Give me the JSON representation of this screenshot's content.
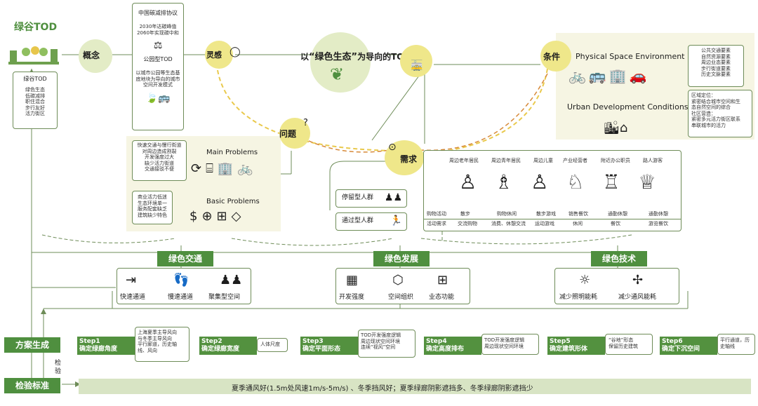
{
  "title": "绿谷TOD",
  "left_panel": {
    "heading": "绿谷TOD",
    "items": [
      "绿色生态",
      "低碳减排",
      "职住混合",
      "步行友好",
      "活力街区"
    ]
  },
  "concept": {
    "label": "概念",
    "agreement_title": "中国碳减排协议",
    "agreement_lines": [
      "2030年达碳峰值",
      "2060年实现碳中和"
    ],
    "park_tod_title": "公园型TOD",
    "park_tod_lines": [
      "以城市公园等生态基",
      "底地块为导向的城市",
      "空间开发模式"
    ]
  },
  "inspiration": {
    "label": "灵感"
  },
  "center": {
    "title_pre": "以",
    "title_quote": "“绿色生态”",
    "title_post": "为导向的TOD设计"
  },
  "conditions": {
    "label": "条件",
    "physical": "Physical Space Environment",
    "physical_list": [
      "公共交通要素",
      "自然资源要素",
      "周边业态要素",
      "步行街道要素",
      "历史文脉要素"
    ],
    "urban": "Urban Development Conditions",
    "urban_list": [
      "区域定位：",
      "紧密结合城市空间和生",
      "态自然空间的综合",
      "社区营造：",
      "紧密多元活力街区联系",
      "串联城市的活力"
    ]
  },
  "problems": {
    "label": "问题",
    "main_title": "Main Problems",
    "main_lines": [
      "快速交通与慢行街道",
      "对周边造成割裂",
      "开发强度过大",
      "缺少活力街道",
      "交通接驳不便"
    ],
    "basic_title": "Basic Problems",
    "basic_lines": [
      "商业活力低迷",
      "生态环境单一",
      "服务配套缺乏",
      "建筑缺少特色"
    ]
  },
  "needs": {
    "label": "需求",
    "stay_type": "停留型人群",
    "pass_type": "通过型人群",
    "groups": [
      "周边老年居民",
      "周边青年居民",
      "周边儿童",
      "产业经营者",
      "附近办公职员",
      "路人游客"
    ],
    "row1_label": "购物活动",
    "row1": [
      "散步",
      "购物休闲",
      "散步游戏",
      "销售餐饮",
      "通勤休憩",
      "通勤休憩"
    ],
    "row2_label": "活动需求",
    "row2": [
      "交流购物",
      "消费、休憩交流",
      "运动游戏",
      "休闲",
      "餐饮",
      "游览餐饮"
    ]
  },
  "strategies": {
    "traffic": {
      "label": "绿色交通",
      "items": [
        "快速通道",
        "慢速通道",
        "聚集型空间"
      ]
    },
    "development": {
      "label": "绿色发展",
      "items": [
        "开发强度",
        "空间组织",
        "业态功能"
      ]
    },
    "technology": {
      "label": "绿色技术",
      "items": [
        "减少照明能耗",
        "减少通风能耗"
      ]
    }
  },
  "generation": {
    "label": "方案生成",
    "check": "检验",
    "steps": [
      {
        "step": "Step1",
        "name": "确定绿廊角度",
        "note": [
          "上海夏季主导风向",
          "与冬季主导风向",
          "平行廊道，历史轴",
          "线、风向"
        ]
      },
      {
        "step": "Step2",
        "name": "确定绿廊宽度",
        "note": [
          "人体尺度"
        ]
      },
      {
        "step": "Step3",
        "name": "确定平面形态",
        "note": [
          "TOD开发强度逻辑",
          "周边现状空间环境",
          "连续“视风”空间"
        ]
      },
      {
        "step": "Step4",
        "name": "确定高度排布",
        "note": [
          "TOD开发强度逻辑",
          "周边现状空间环境"
        ]
      },
      {
        "step": "Step5",
        "name": "确定建筑形体",
        "note": [
          "“谷地”形态",
          "保留历史建筑"
        ]
      },
      {
        "step": "Step6",
        "name": "确定下沉空间",
        "note": [
          "平行通道，历",
          "史轴线"
        ]
      }
    ]
  },
  "standard": {
    "label": "检验标准",
    "text": "夏季通风好(1.5m处风速1m/s-5m/s) 、冬季挡风好；夏季绿廊阴影遮挡多、冬季绿廊阴影遮挡少"
  },
  "colors": {
    "green": "#4f8f3f",
    "light_green": "#e3ecc6",
    "yellow": "#efe78a",
    "panel": "#f6f5e3",
    "orange": "#d78a3a"
  }
}
